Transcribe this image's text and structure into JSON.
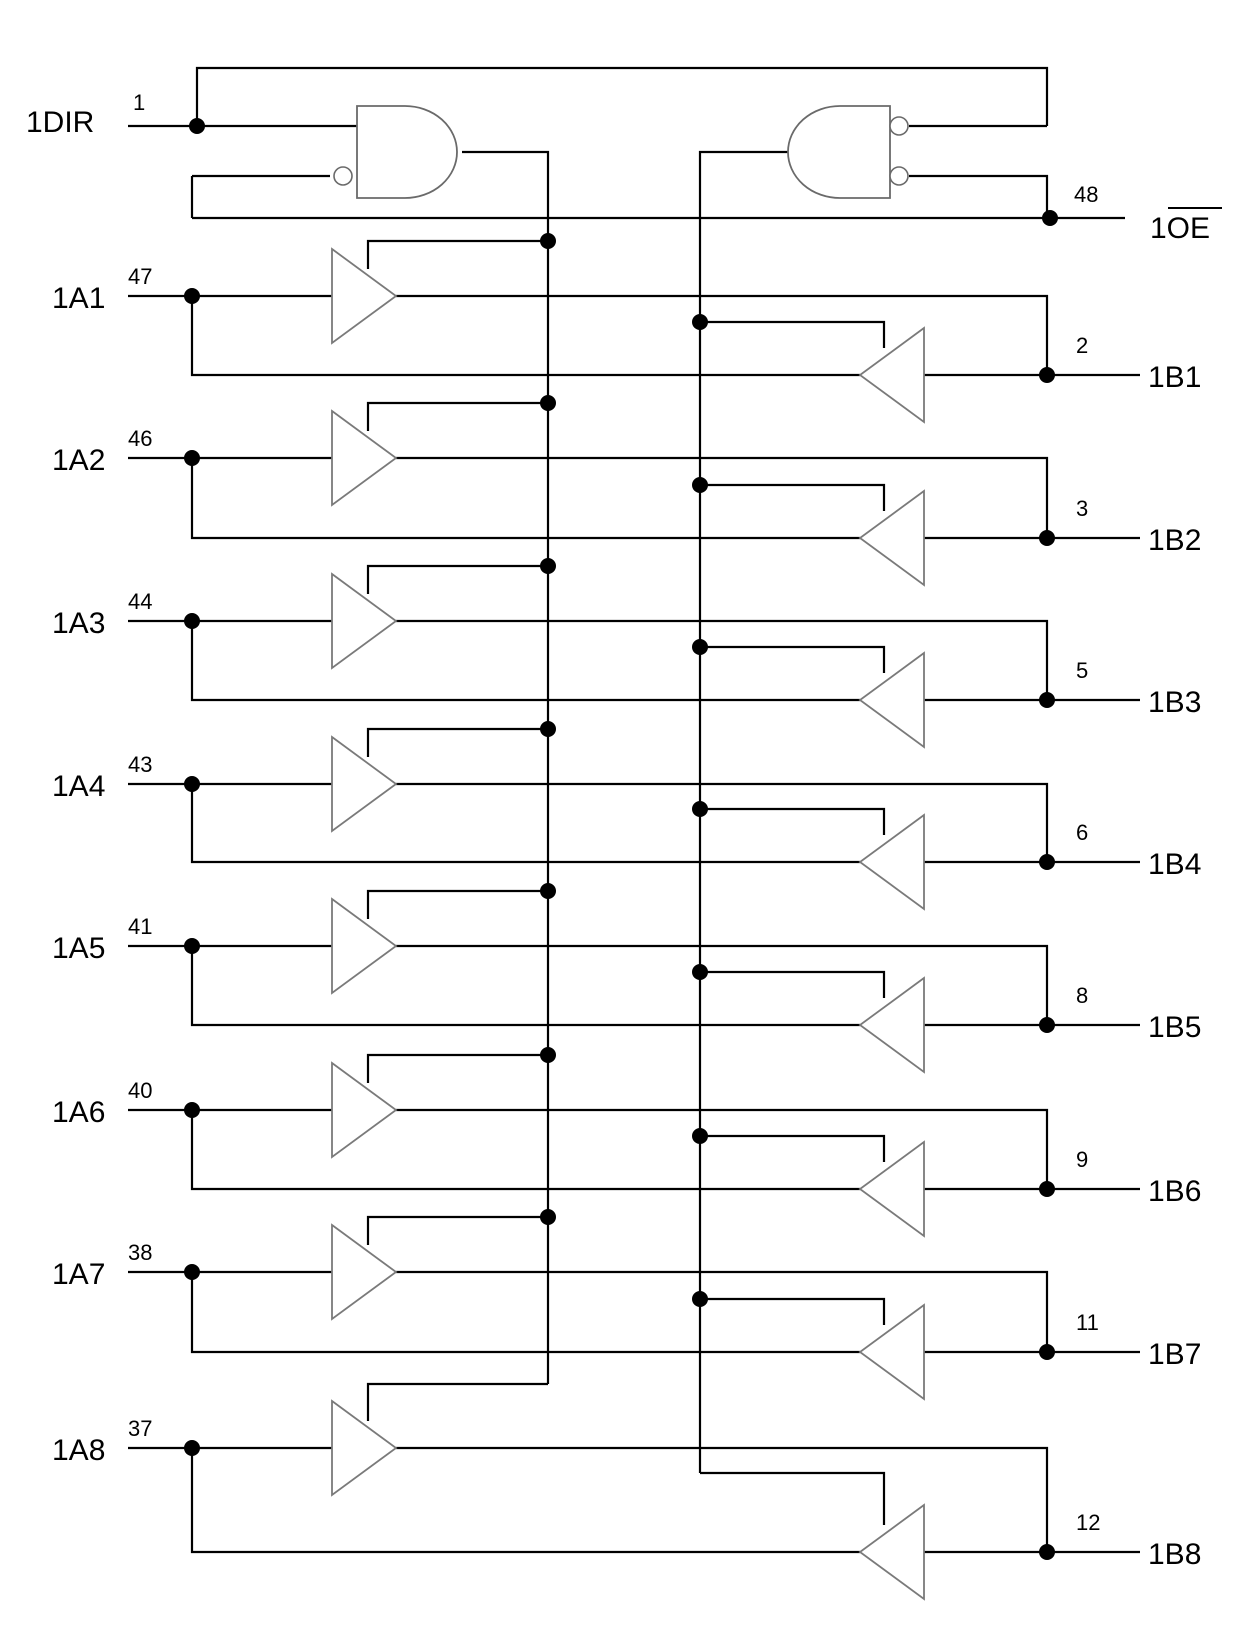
{
  "dir": {
    "label": "1DIR",
    "pin": "1"
  },
  "oe": {
    "label": "1OE",
    "pin": "48"
  },
  "a_side": [
    {
      "label": "1A1",
      "pin": "47"
    },
    {
      "label": "1A2",
      "pin": "46"
    },
    {
      "label": "1A3",
      "pin": "44"
    },
    {
      "label": "1A4",
      "pin": "43"
    },
    {
      "label": "1A5",
      "pin": "41"
    },
    {
      "label": "1A6",
      "pin": "40"
    },
    {
      "label": "1A7",
      "pin": "38"
    },
    {
      "label": "1A8",
      "pin": "37"
    }
  ],
  "b_side": [
    {
      "label": "1B1",
      "pin": "2"
    },
    {
      "label": "1B2",
      "pin": "3"
    },
    {
      "label": "1B3",
      "pin": "5"
    },
    {
      "label": "1B4",
      "pin": "6"
    },
    {
      "label": "1B5",
      "pin": "8"
    },
    {
      "label": "1B6",
      "pin": "9"
    },
    {
      "label": "1B7",
      "pin": "11"
    },
    {
      "label": "1B8",
      "pin": "12"
    }
  ]
}
